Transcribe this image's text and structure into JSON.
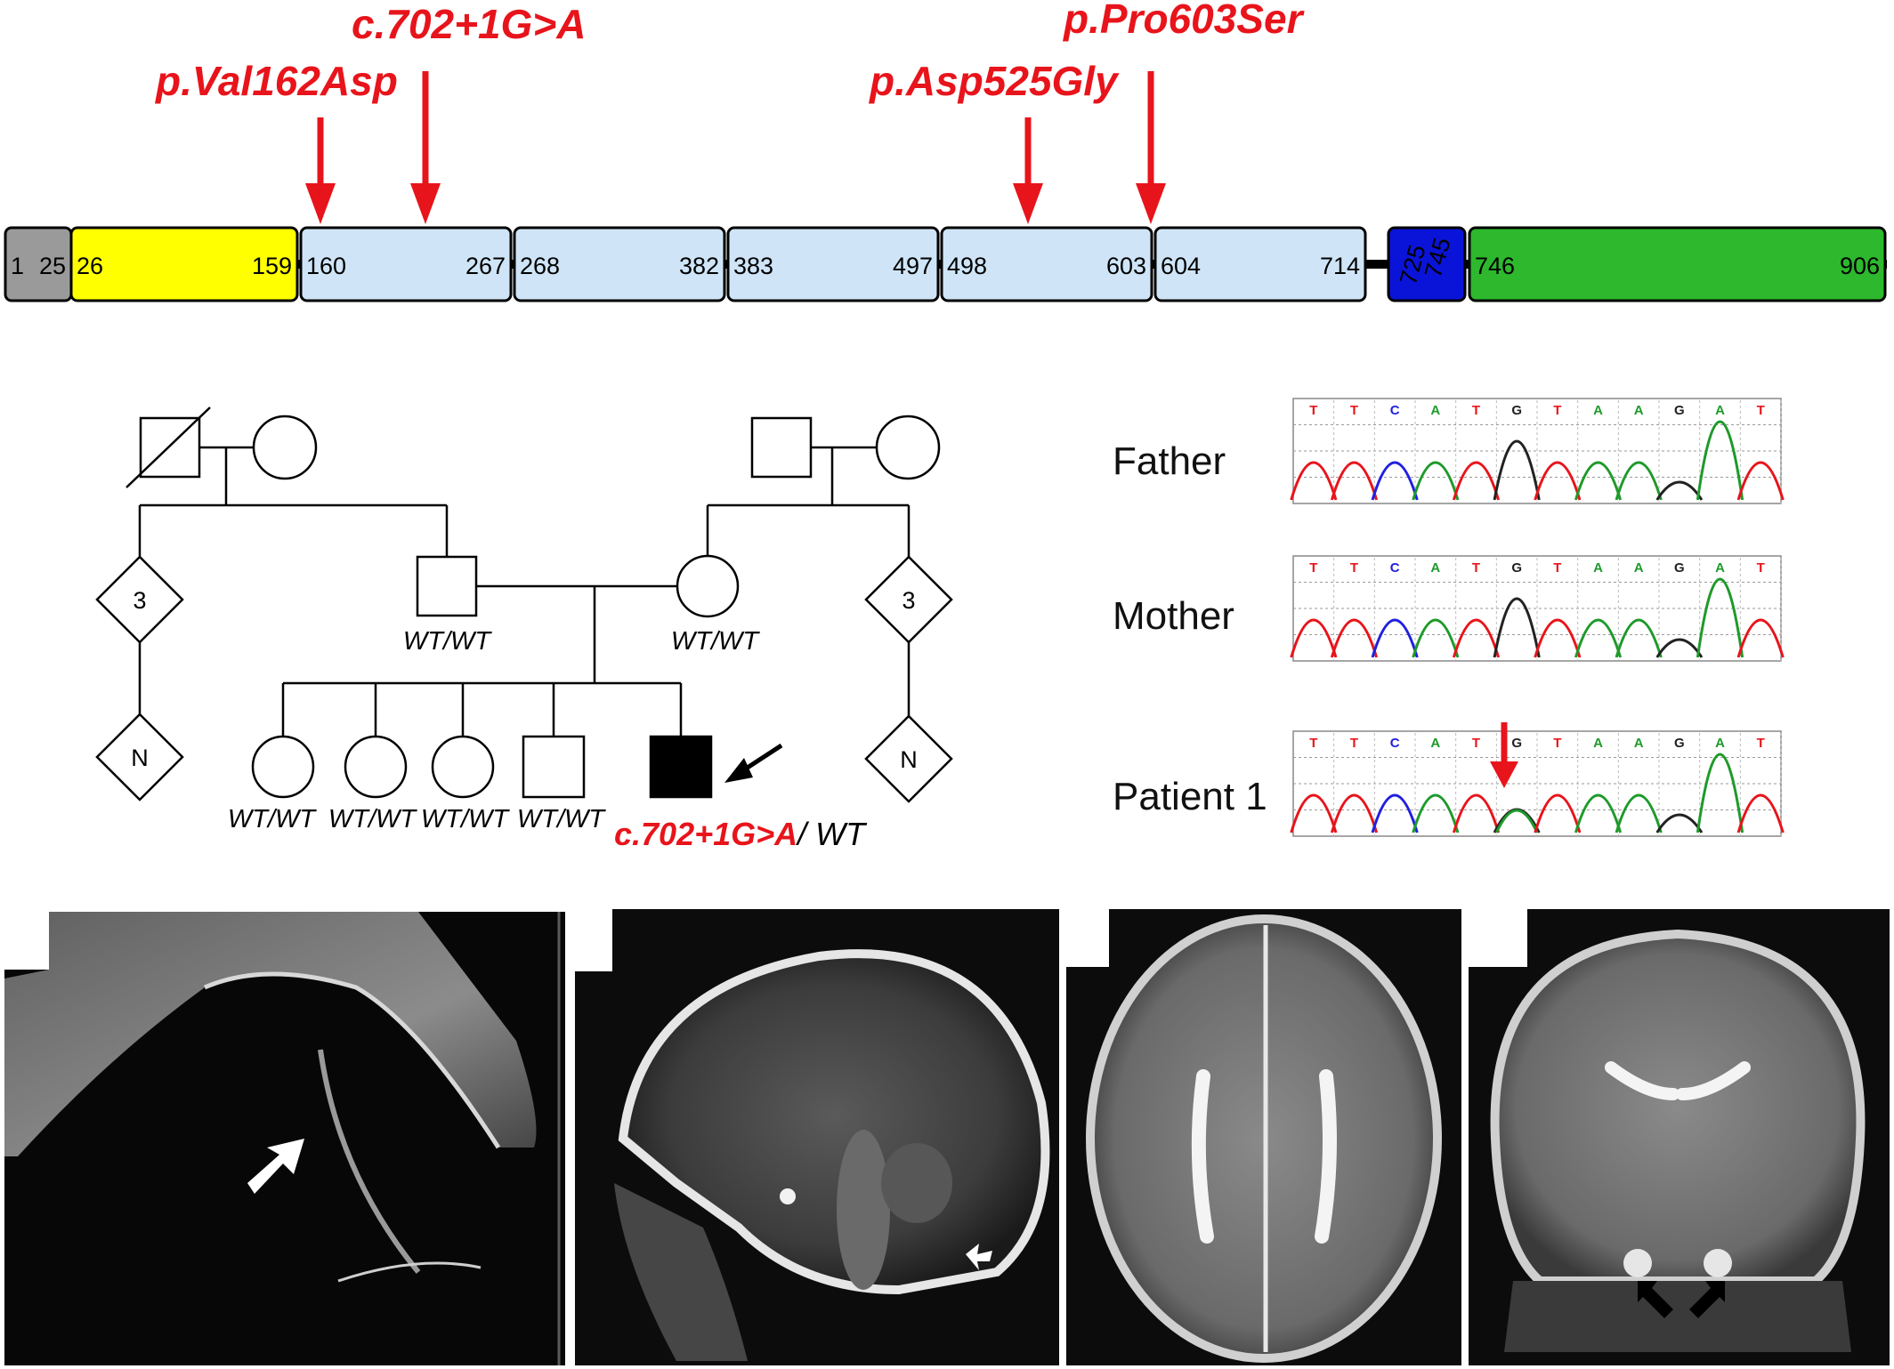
{
  "protein": {
    "domains": [
      {
        "start": "1",
        "end": "25",
        "color": "#9a9a9a"
      },
      {
        "start": "26",
        "end": "159",
        "color": "#ffff00"
      },
      {
        "start": "160",
        "end": "267",
        "color": "#cfe5f7"
      },
      {
        "start": "268",
        "end": "382",
        "color": "#cfe5f7"
      },
      {
        "start": "383",
        "end": "497",
        "color": "#cfe5f7"
      },
      {
        "start": "498",
        "end": "603",
        "color": "#cfe5f7"
      },
      {
        "start": "604",
        "end": "714",
        "color": "#cfe5f7"
      },
      {
        "start": "725",
        "end": "745",
        "color": "#0a14d8"
      },
      {
        "start": "746",
        "end": "906",
        "color": "#2db82d"
      }
    ],
    "mutations": [
      "p.Val162Asp",
      "c.702+1G>A",
      "p.Asp525Gly",
      "p.Pro603Ser"
    ]
  },
  "pedigree": {
    "left_sibs_count": "3",
    "right_sibs_count": "3",
    "left_sibs_child": "N",
    "right_sibs_child": "N",
    "father_genotype": "WT/WT",
    "mother_genotype": "WT/WT",
    "child_genotypes": [
      "WT/WT",
      "WT/WT",
      "WT/WT",
      "WT/WT"
    ],
    "proband_mutation": "c.702+1G>A",
    "proband_suffix": "/ WT"
  },
  "sequencing": {
    "rows": [
      "Father",
      "Mother",
      "Patient 1"
    ],
    "bases": [
      "T",
      "T",
      "C",
      "A",
      "T",
      "G",
      "T",
      "A",
      "A",
      "G",
      "A",
      "T"
    ],
    "base_colors": {
      "T": "#e8141b",
      "C": "#2020e0",
      "A": "#1e9a2a",
      "G": "#222222"
    }
  },
  "colors": {
    "mutation_red": "#e8141b"
  }
}
